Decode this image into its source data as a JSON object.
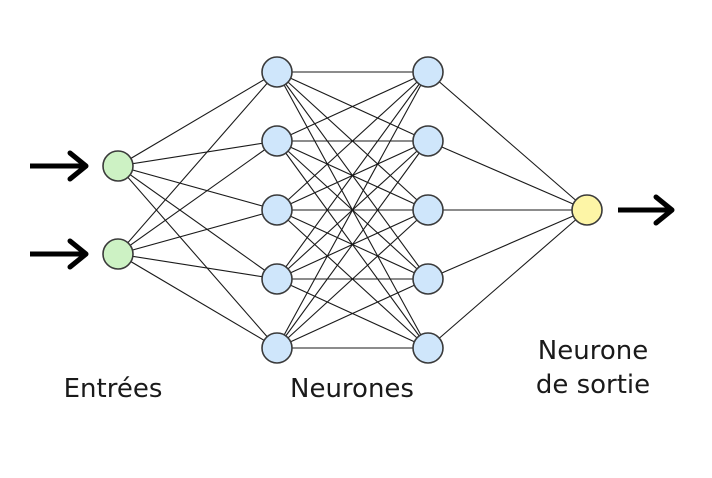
{
  "labels": {
    "inputs": "Entrées",
    "hidden": "Neurones",
    "output_line1": "Neurone",
    "output_line2": "de sortie"
  },
  "network": {
    "input_count": 2,
    "hidden_layers": [
      5,
      5
    ],
    "output_count": 1
  },
  "colors": {
    "input_fill": "#cdf2c4",
    "hidden_fill": "#cfe6fb",
    "output_fill": "#fdf5a6",
    "node_stroke": "#3a3a3a",
    "edge": "#1a1a1a",
    "arrow": "#000000"
  }
}
